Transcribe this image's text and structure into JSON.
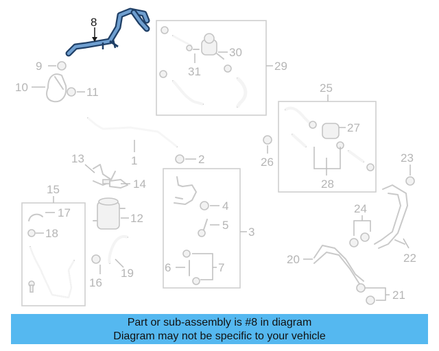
{
  "highlighted_part": "8",
  "highlight_color": "#1f3f66",
  "banner": {
    "line1": "Part or sub-assembly is #8 in diagram",
    "line2": "Diagram may not be specific to your vehicle",
    "background": "#55b8f0"
  },
  "labels": {
    "p1": "1",
    "p2": "2",
    "p3": "3",
    "p4": "4",
    "p5": "5",
    "p6": "6",
    "p7": "7",
    "p8": "8",
    "p9": "9",
    "p10": "10",
    "p11": "11",
    "p12": "12",
    "p13": "13",
    "p14": "14",
    "p15": "15",
    "p16": "16",
    "p17": "17",
    "p18": "18",
    "p19": "19",
    "p20": "20",
    "p21": "21",
    "p22": "22",
    "p23": "23",
    "p24": "24",
    "p25": "25",
    "p26": "26",
    "p27": "27",
    "p28": "28",
    "p29": "29",
    "p30": "30",
    "p31": "31"
  }
}
